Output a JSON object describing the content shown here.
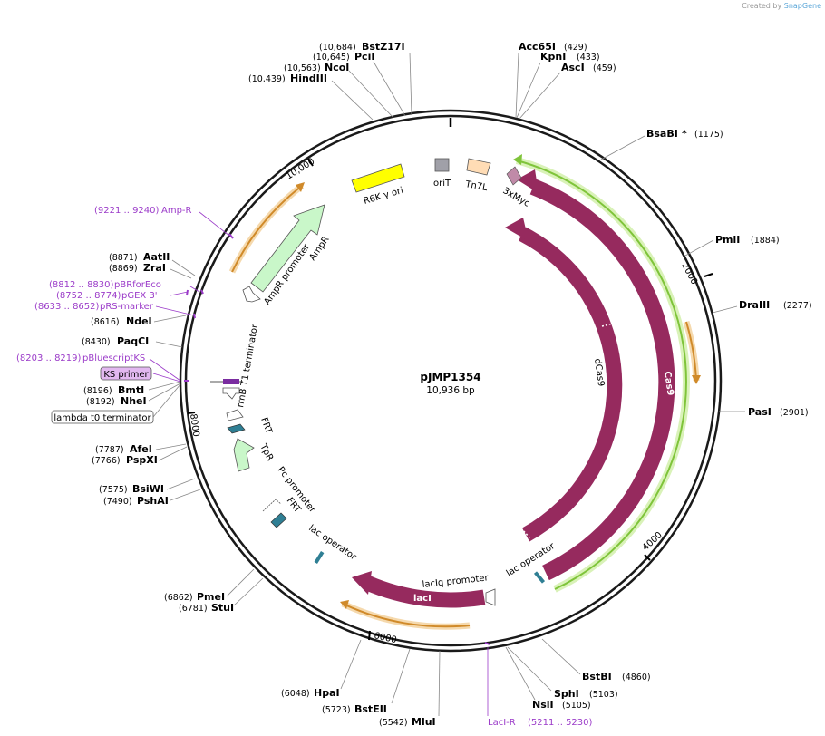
{
  "credit": {
    "prefix": "Created by",
    "brand": "SnapGene"
  },
  "plasmid": {
    "name": "pJMP1354",
    "size_label": "10,936 bp",
    "length": 10936
  },
  "ticks": [
    {
      "pos": 2000,
      "label": "2000"
    },
    {
      "pos": 4000,
      "label": "4000"
    },
    {
      "pos": 6000,
      "label": "6000"
    },
    {
      "pos": 8000,
      "label": "8000"
    },
    {
      "pos": 10000,
      "label": "10,000"
    }
  ],
  "sites_right": [
    {
      "name": "Acc65I",
      "pos": "(429)",
      "star": ""
    },
    {
      "name": "KpnI",
      "pos": "(433)",
      "star": ""
    },
    {
      "name": "AscI",
      "pos": "(459)",
      "star": ""
    },
    {
      "name": "BsaBI",
      "pos": "(1175)",
      "star": "*"
    },
    {
      "name": "PmlI",
      "pos": "(1884)",
      "star": ""
    },
    {
      "name": "DraIII",
      "pos": "(2277)",
      "star": ""
    },
    {
      "name": "PasI",
      "pos": "(2901)",
      "star": ""
    },
    {
      "name": "BstBI",
      "pos": "(4860)",
      "star": ""
    },
    {
      "name": "SphI",
      "pos": "(5103)",
      "star": ""
    },
    {
      "name": "NsiI",
      "pos": "(5105)",
      "star": ""
    }
  ],
  "sites_left": [
    {
      "name": "BstZ17I",
      "pos": "(10,684)"
    },
    {
      "name": "PciI",
      "pos": "(10,645)"
    },
    {
      "name": "NcoI",
      "pos": "(10,563)"
    },
    {
      "name": "HindIII",
      "pos": "(10,439)"
    },
    {
      "name": "AatII",
      "pos": "(8871)"
    },
    {
      "name": "ZraI",
      "pos": "(8869)"
    },
    {
      "name": "NdeI",
      "pos": "(8616)"
    },
    {
      "name": "PaqCI",
      "pos": "(8430)"
    },
    {
      "name": "BmtI",
      "pos": "(8196)"
    },
    {
      "name": "NheI",
      "pos": "(8192)"
    },
    {
      "name": "AfeI",
      "pos": "(7787)"
    },
    {
      "name": "PspXI",
      "pos": "(7766)"
    },
    {
      "name": "BsiWI",
      "pos": "(7575)"
    },
    {
      "name": "PshAI",
      "pos": "(7490)"
    },
    {
      "name": "PmeI",
      "pos": "(6862)"
    },
    {
      "name": "StuI",
      "pos": "(6781)"
    },
    {
      "name": "HpaI",
      "pos": "(6048)"
    },
    {
      "name": "BstEII",
      "pos": "(5723)"
    },
    {
      "name": "MluI",
      "pos": "(5542)"
    }
  ],
  "primers": [
    {
      "name": "Amp-R",
      "range": "(9221 .. 9240)"
    },
    {
      "name": "pBRforEco",
      "range": "(8812 .. 8830)"
    },
    {
      "name": "pGEX 3'",
      "range": "(8752 .. 8774)"
    },
    {
      "name": "pRS-marker",
      "range": "(8633 .. 8652)"
    },
    {
      "name": "pBluescriptKS",
      "range": "(8203 .. 8219)"
    },
    {
      "name": "LacI-R",
      "range": "(5211 .. 5230)"
    }
  ],
  "boxed": [
    {
      "label": "KS primer"
    },
    {
      "label": "lambda t0 terminator"
    }
  ],
  "features": {
    "dcas9": "dCas9",
    "cas9": "Cas9",
    "three_myc": "3xMyc",
    "tn7l": "Tn7L",
    "orit": "oriT",
    "r6k": "R6K γ ori",
    "ampr": "AmpR",
    "ampr_promoter": "AmpR promoter",
    "rrnb": "rrnB T1 terminator",
    "frt1": "FRT",
    "tpr": "TpR",
    "pc_promoter": "Pc promoter",
    "frt2": "FRT",
    "lac_operator_left": "lac operator",
    "laci": "lacI",
    "laciq_promoter": "lacIq promoter",
    "lac_operator_right": "lac operator"
  },
  "colors": {
    "backbone": "#1a1a1a",
    "cds": "#962a5e",
    "promoter": "#c9f7c9",
    "primer": "#9b3bc9",
    "orange_feature": "#e8a04a",
    "green_feature": "#8cd23c",
    "r6k": "#ffff00",
    "orit": "#a0a0a8",
    "tn7l": "#ffdcb5",
    "myc": "#c08aa8",
    "frt": "#2f7f94"
  }
}
